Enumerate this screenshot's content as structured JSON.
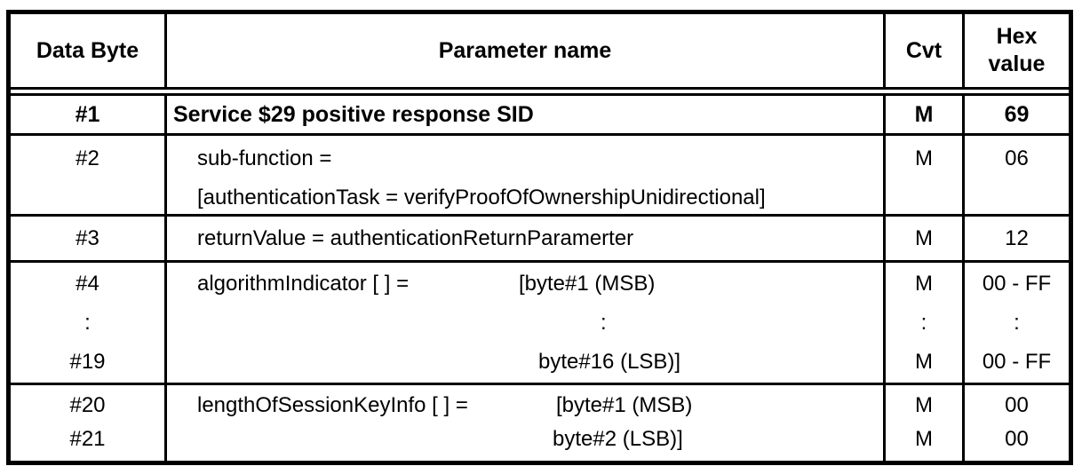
{
  "colors": {
    "background": "#ffffff",
    "border": "#000000",
    "text": "#000000"
  },
  "table": {
    "header": {
      "data_byte": "Data Byte",
      "parameter_name": "Parameter name",
      "cvt": "Cvt",
      "hex_value": "Hex value"
    },
    "row1": {
      "byte": "#1",
      "param": "Service $29 positive response SID",
      "cvt": "M",
      "hex": "69"
    },
    "row2": {
      "byte": "#2",
      "param_line1": "sub-function =",
      "param_line2": "[authenticationTask = verifyProofOfOwnershipUnidirectional]",
      "cvt": "M",
      "hex": "06"
    },
    "row3": {
      "byte": "#3",
      "param": "returnValue = authenticationReturnParamerter",
      "cvt": "M",
      "hex": "12"
    },
    "row4": {
      "byte_first": "#4",
      "byte_continuation": ":",
      "byte_last": "#19",
      "param_label": "algorithmIndicator [ ] =",
      "param_byte_first": "[byte#1 (MSB)",
      "param_continuation": ":",
      "param_byte_last": "byte#16 (LSB)]",
      "cvt_first": "M",
      "cvt_continuation": ":",
      "cvt_last": "M",
      "hex_first": "00 - FF",
      "hex_continuation": ":",
      "hex_last": "00 - FF"
    },
    "row5": {
      "byte_first": "#20",
      "byte_last": "#21",
      "param_label": "lengthOfSessionKeyInfo [ ] =",
      "param_byte_first": "[byte#1 (MSB)",
      "param_byte_last": "byte#2 (LSB)]",
      "cvt_first": "M",
      "cvt_last": "M",
      "hex_first": "00",
      "hex_last": "00"
    }
  }
}
